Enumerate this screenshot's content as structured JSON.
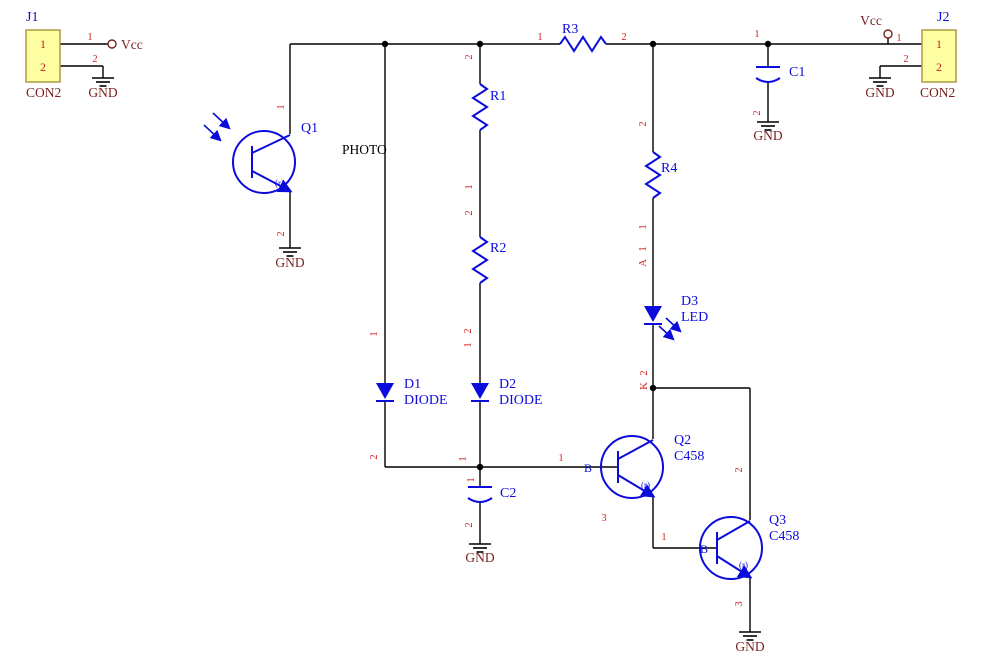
{
  "nets": {
    "vcc": "Vcc",
    "gnd": "GND",
    "photo": "PHOTO"
  },
  "components": {
    "j1": {
      "ref": "J1",
      "value": "CON2",
      "pad1": "1",
      "pad2": "2",
      "pin1": "1",
      "pin2": "2"
    },
    "j2": {
      "ref": "J2",
      "value": "CON2",
      "pad1": "1",
      "pad2": "2",
      "pin1": "1",
      "pin2": "2"
    },
    "q1": {
      "ref": "Q1",
      "pin1": "1",
      "pin2": "2",
      "mark": "(r)"
    },
    "q2": {
      "ref": "Q2",
      "value": "C458",
      "base": "B",
      "pin1": "1",
      "pin3": "3",
      "mark": "(r)"
    },
    "q3": {
      "ref": "Q3",
      "value": "C458",
      "base": "B",
      "pin1": "1",
      "pin2": "2",
      "pin3": "3",
      "mark": "(r)"
    },
    "r1": {
      "ref": "R1",
      "pin1": "1",
      "pin2": "2"
    },
    "r2": {
      "ref": "R2",
      "pin1": "1",
      "pin2": "2"
    },
    "r3": {
      "ref": "R3",
      "pin1": "1",
      "pin2": "2"
    },
    "r4": {
      "ref": "R4",
      "pin1": "1",
      "pin2": "2"
    },
    "c1": {
      "ref": "C1",
      "pin1": "1",
      "pin2": "2"
    },
    "c2": {
      "ref": "C2",
      "pin1": "1",
      "pin2": "2"
    },
    "d1": {
      "ref": "D1",
      "value": "DIODE",
      "pin1": "1",
      "pin2": "2"
    },
    "d2": {
      "ref": "D2",
      "value": "DIODE",
      "pin1": "1",
      "pin2": "2"
    },
    "d3": {
      "ref": "D3",
      "value": "LED",
      "pin1": "1",
      "pin2": "2",
      "anode": "A",
      "cathode": "K"
    }
  },
  "colors": {
    "wire": "#000000",
    "symbol_blue": "#0b0bdb",
    "pin_number_red": "#d02020",
    "net_text_maroon": "#7a1f1f",
    "connector_fill": "#fdfda2",
    "connector_border": "#ad9c3f",
    "background": "#ffffff"
  }
}
